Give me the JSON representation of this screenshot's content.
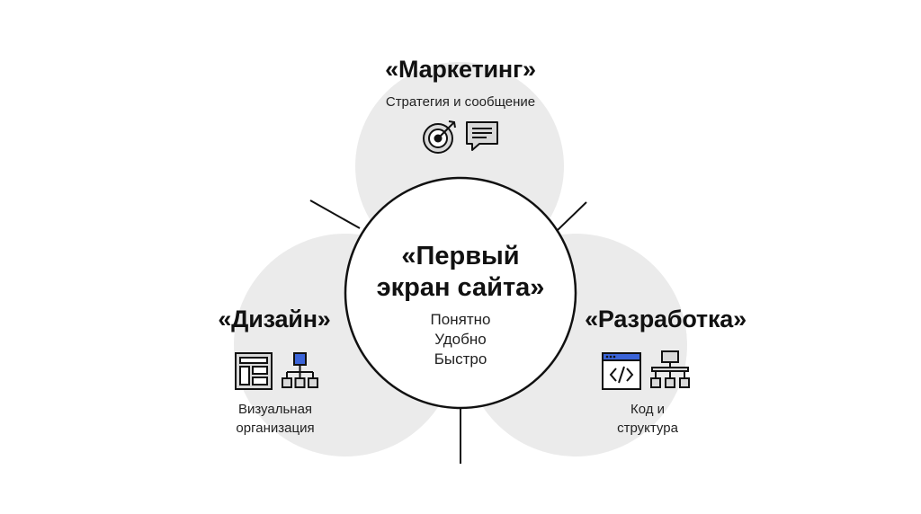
{
  "center": {
    "title_line1": "«Первый",
    "title_line2": "экран сайта»",
    "items": [
      "Понятно",
      "Удобно",
      "Быстро"
    ]
  },
  "marketing": {
    "title": "«Маркетинг»",
    "subtitle": "Стратегия и сообщение",
    "icons": [
      "target-icon",
      "chat-bubble-icon"
    ]
  },
  "design": {
    "title": "«Дизайн»",
    "subtitle_line1": "Визуальная",
    "subtitle_line2": "организация",
    "icons": [
      "layout-icon",
      "hierarchy-icon"
    ]
  },
  "development": {
    "title": "«Разработка»",
    "subtitle_line1": "Код и",
    "subtitle_line2": "структура",
    "icons": [
      "code-window-icon",
      "network-icon"
    ]
  },
  "colors": {
    "background": "#ffffff",
    "petal": "#ebebeb",
    "stroke": "#111111",
    "accent": "#3b64d8",
    "icon_fill": "#d9d9d9"
  }
}
